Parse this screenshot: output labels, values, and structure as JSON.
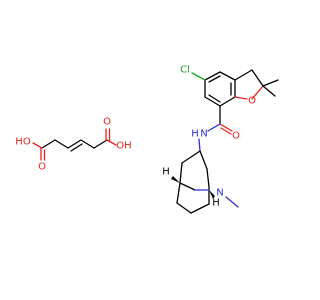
{
  "molecules": {
    "fumaric_acid": {
      "atoms": {
        "ho_left": "HO",
        "o_left": "O",
        "o_right": "O",
        "oh_right": "OH"
      }
    },
    "amide": {
      "atoms": {
        "cl": "Cl",
        "o_ring": "O",
        "o_carbonyl": "O",
        "n_amide": "N",
        "h_amide": "H",
        "n_bridge": "N",
        "h_bridgehead_left": "H",
        "h_bridgehead_right": "H"
      }
    }
  },
  "colors": {
    "carbon": "#000000",
    "oxygen": "#e8201e",
    "nitrogen": "#2e2ed6",
    "chlorine": "#1ea51e"
  }
}
